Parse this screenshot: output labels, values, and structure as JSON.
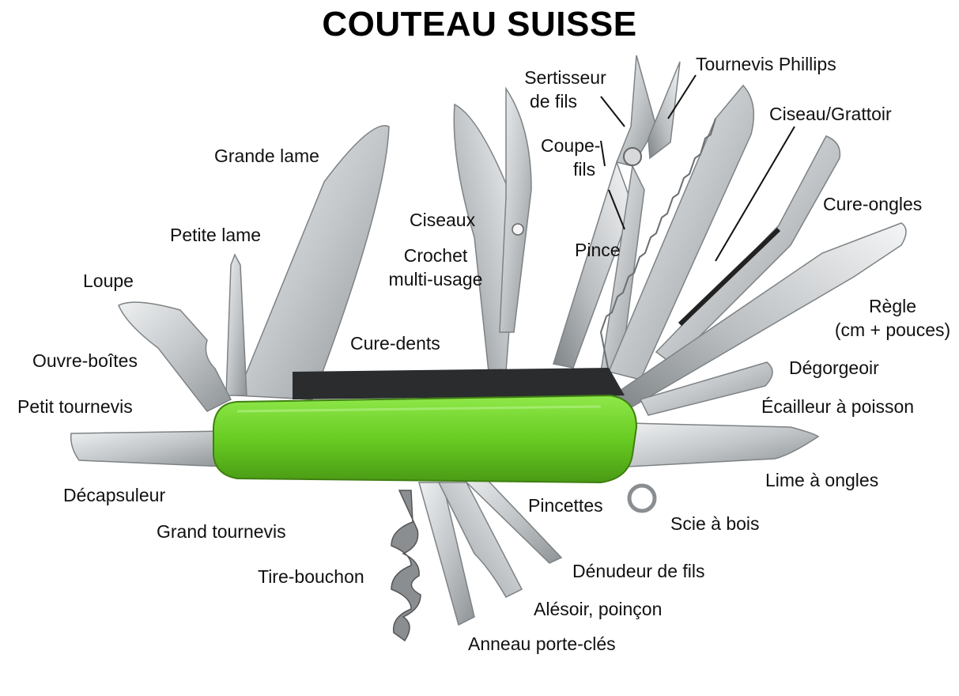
{
  "title": "COUTEAU SUISSE",
  "colors": {
    "handle": "#6fd12a",
    "handle_dark": "#4e9a18",
    "steel": "#c9ccce",
    "steel_dark": "#8d9194",
    "text": "#111111"
  },
  "labels": {
    "grande_lame": "Grande lame",
    "petite_lame": "Petite lame",
    "loupe": "Loupe",
    "ouvre_boites": "Ouvre-boîtes",
    "petit_tournevis": "Petit tournevis",
    "decapsuleur": "Décapsuleur",
    "grand_tournevis": "Grand tournevis",
    "tire_bouchon": "Tire-bouchon",
    "anneau": "Anneau porte-clés",
    "alesoir": "Alésoir, poinçon",
    "denudeur": "Dénudeur de fils",
    "pincettes": "Pincettes",
    "scie_bois": "Scie à bois",
    "lime": "Lime à ongles",
    "ecailleur": "Écailleur à poisson",
    "degorgeoir": "Dégorgeoir",
    "regle_1": "Règle",
    "regle_2": "(cm + pouces)",
    "cure_ongles": "Cure-ongles",
    "ciseau": "Ciseau/Grattoir",
    "phillips": "Tournevis Phillips",
    "sertisseur_1": "Sertisseur",
    "sertisseur_2": "de fils",
    "coupe_1": "Coupe-",
    "coupe_2": "fils",
    "pince": "Pince",
    "ciseaux": "Ciseaux",
    "crochet_1": "Crochet",
    "crochet_2": "multi-usage",
    "cure_dents": "Cure-dents"
  }
}
